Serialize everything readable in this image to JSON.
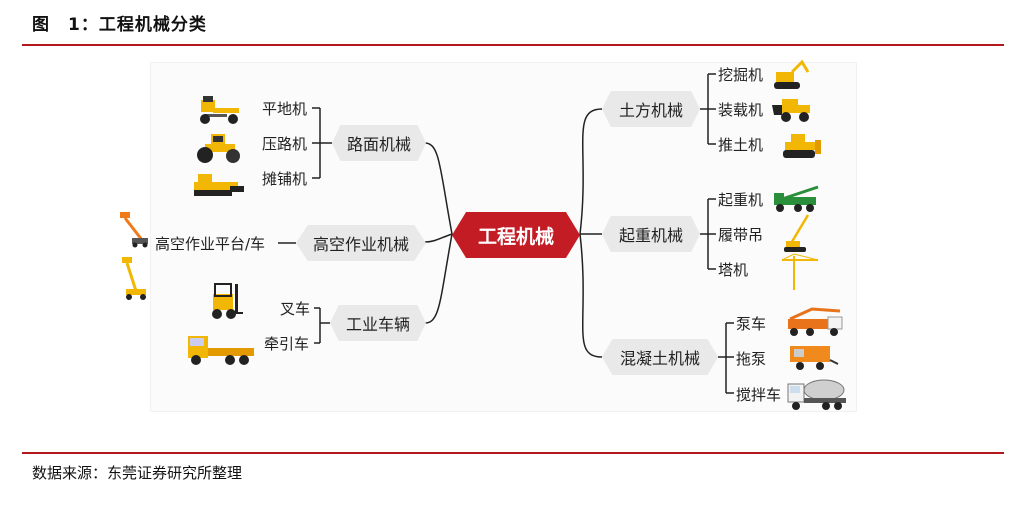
{
  "caption": "图　1：工程机械分类",
  "source": "数据来源：东莞证券研究所整理",
  "center": "工程机械",
  "branches": {
    "road": {
      "label": "路面机械",
      "items": [
        "平地机",
        "压路机",
        "摊铺机"
      ]
    },
    "aerial": {
      "label": "高空作业机械",
      "items": [
        "高空作业平台/车"
      ]
    },
    "industrial": {
      "label": "工业车辆",
      "items": [
        "叉车",
        "牵引车"
      ]
    },
    "earth": {
      "label": "土方机械",
      "items": [
        "挖掘机",
        "装载机",
        "推土机"
      ]
    },
    "lifting": {
      "label": "起重机械",
      "items": [
        "起重机",
        "履带吊",
        "塔机"
      ]
    },
    "concrete": {
      "label": "混凝土机械",
      "items": [
        "泵车",
        "拖泵",
        "搅拌车"
      ]
    }
  },
  "colors": {
    "accent": "#c41c24",
    "rule": "#b3181f",
    "node": "#e9e9e9",
    "machine_yellow": "#f2b705"
  },
  "icons": [
    "grader-icon",
    "roller-icon",
    "paver-icon",
    "aerial-platform-icon",
    "boom-lift-icon",
    "forklift-icon",
    "tractor-truck-icon",
    "excavator-icon",
    "loader-icon",
    "bulldozer-icon",
    "truck-crane-icon",
    "crawler-crane-icon",
    "tower-crane-icon",
    "pump-truck-icon",
    "trailer-pump-icon",
    "mixer-truck-icon"
  ]
}
